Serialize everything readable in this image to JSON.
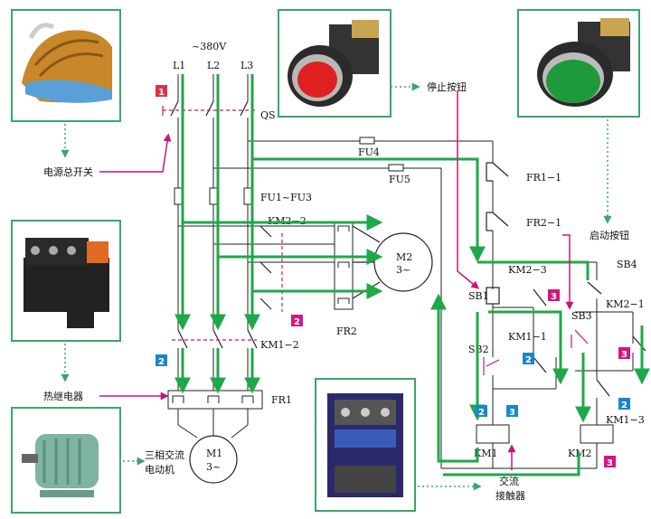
{
  "supply": {
    "voltage": "~380V",
    "phases": [
      "L1",
      "L2",
      "L3"
    ]
  },
  "devices": {
    "qs": "QS",
    "fu4": "FU4",
    "fu5": "FU5",
    "fu_main": "FU1~FU3",
    "km2_2": "KM2−2",
    "km1_2": "KM1−2",
    "fr2": "FR2",
    "fr1": "FR1",
    "m2_name": "M2",
    "m2_type": "3~",
    "m1_name": "M1",
    "m1_type": "3~",
    "fr1_1": "FR1−1",
    "fr2_1": "FR2−1",
    "sb1": "SB1",
    "sb2": "SB2",
    "sb3": "SB3",
    "sb4": "SB4",
    "km2_3": "KM2−3",
    "km1_1": "KM1−1",
    "km2_1": "KM2−1",
    "km1_3": "KM1−3",
    "km1_coil": "KM1",
    "km2_coil": "KM2"
  },
  "callouts": {
    "main_switch": "电源总开关",
    "stop_button": "停止按钮",
    "start_button": "启动按钮",
    "thermal_relay": "热继电器",
    "motor_line1": "三相交流",
    "motor_line2": "电动机",
    "contactor_line1": "交流",
    "contactor_line2": "接触器"
  },
  "step_badges": [
    {
      "text": "1",
      "color": "#d8334a"
    },
    {
      "text": "2",
      "color": "#1a86c8"
    },
    {
      "text": "2",
      "color": "#1a86c8"
    },
    {
      "text": "2",
      "color": "#1a86c8"
    },
    {
      "text": "2",
      "color": "#1a86c8"
    },
    {
      "text": "2",
      "color": "#1a86c8"
    },
    {
      "text": "3",
      "color": "#d6167f"
    },
    {
      "text": "3",
      "color": "#d6167f"
    },
    {
      "text": "3",
      "color": "#d6167f"
    },
    {
      "text": "3",
      "color": "#d6167f"
    }
  ],
  "colors": {
    "current_flow": "#1fa84a",
    "callout": "#c2187a",
    "frame": "#3aa66a",
    "wire": "#222222"
  }
}
